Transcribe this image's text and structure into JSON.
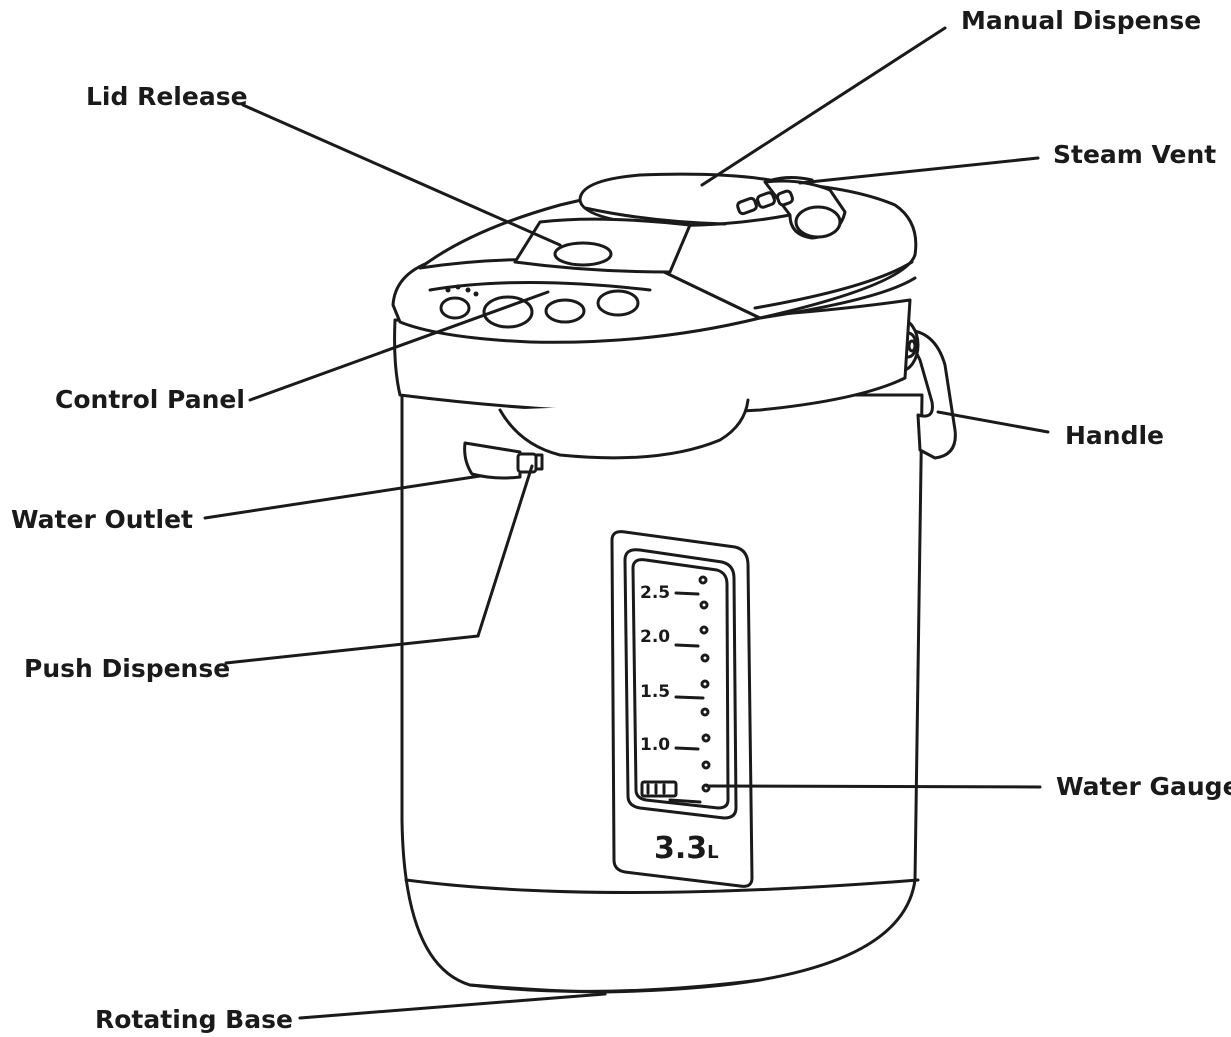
{
  "labels": {
    "manual_dispense": "Manual Dispense",
    "lid_release": "Lid Release",
    "steam_vent": "Steam Vent",
    "control_panel": "Control Panel",
    "handle": "Handle",
    "water_outlet": "Water Outlet",
    "push_dispense": "Push Dispense",
    "water_gauge": "Water Gauge",
    "rotating_base": "Rotating Base"
  },
  "gauge": {
    "marks": [
      "2.5",
      "2.0",
      "1.5",
      "1.0"
    ]
  },
  "capacity": {
    "value": "3.3",
    "unit": "L"
  }
}
